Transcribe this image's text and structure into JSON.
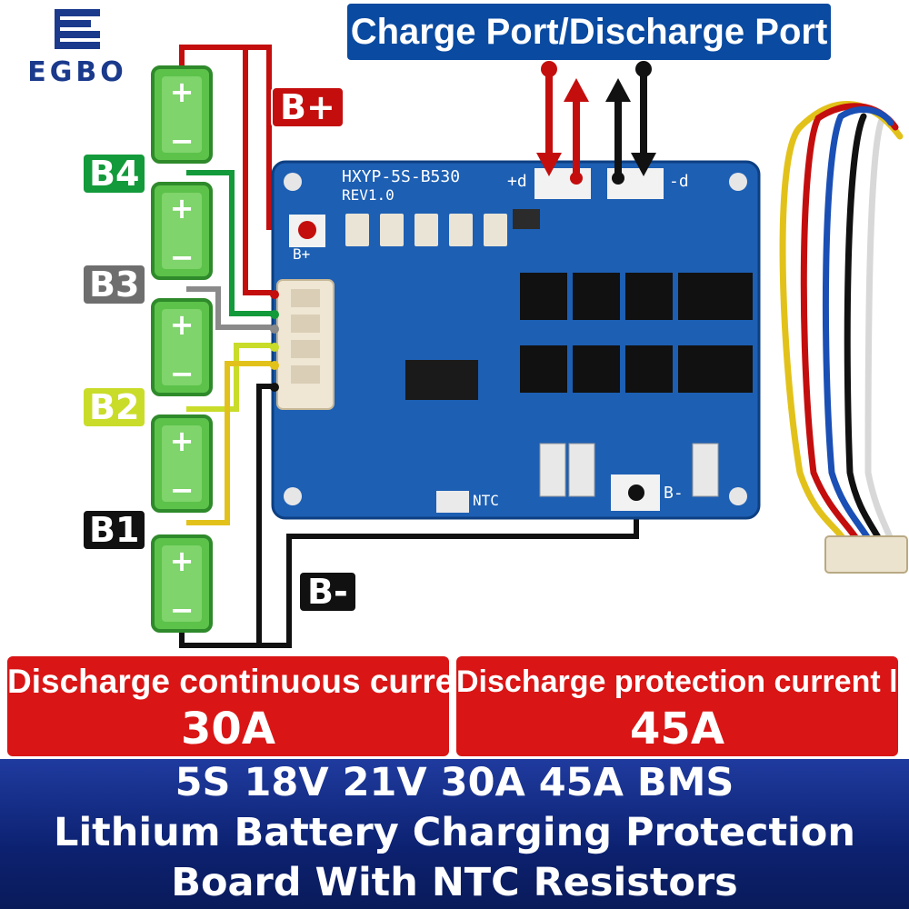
{
  "logo": {
    "text": "EGBO"
  },
  "port_title": "Charge Port/Discharge Port",
  "labels": {
    "b_plus": "B+",
    "b4": "B4",
    "b3": "B3",
    "b2": "B2",
    "b1": "B1",
    "b_minus": "B-"
  },
  "battery_symbols": {
    "plus": "+",
    "minus": "−"
  },
  "pcb": {
    "model": "HXYP-5S-B530",
    "revision": "REV1.0",
    "plus_d": "+d",
    "minus_d": "-d",
    "b_plus": "B+",
    "b_minus": "B-",
    "ntc": "NTC"
  },
  "specs": {
    "continuous_label": "Discharge continuous current",
    "continuous_value": "30A",
    "protection_label": "Discharge protection current limiting",
    "protection_value": "45A"
  },
  "footer": {
    "line1": "5S 18V 21V 30A 45A BMS",
    "line2": "Lithium Battery Charging Protection",
    "line3": "Board With NTC Resistors"
  },
  "colors": {
    "title_blue": "#0a4aa0",
    "spec_red": "#d91515",
    "battery_green": "#5cc24a",
    "pcb_blue": "#1d5fb3",
    "wire_red": "#c40e0e",
    "wire_green": "#139a3a",
    "wire_gray": "#8a8a8a",
    "wire_yellow": "#e2c21a",
    "wire_black": "#111111"
  }
}
